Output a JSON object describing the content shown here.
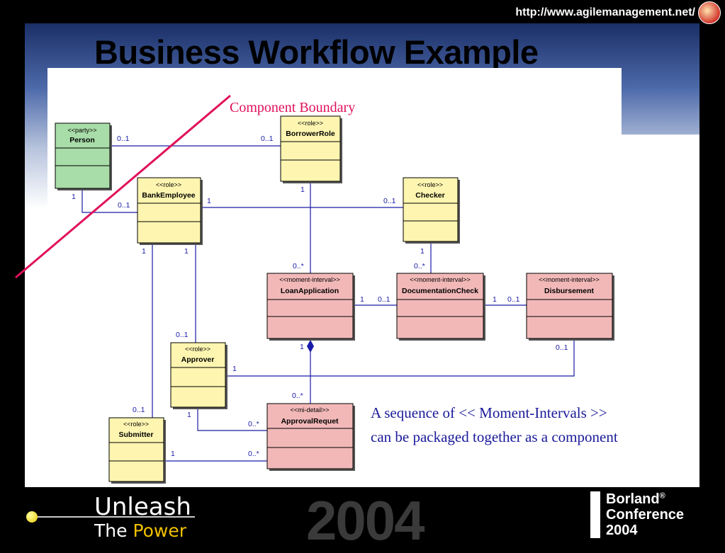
{
  "header": {
    "url": "http://www.agilemanagement.net/",
    "title": "Business Workflow Example"
  },
  "diagram": {
    "boundary_label": "Component Boundary",
    "classes": {
      "person": {
        "stereotype": "<<party>>",
        "name": "Person",
        "color": "#a8dca8"
      },
      "borrower": {
        "stereotype": "<<role>>",
        "name": "BorrowerRole",
        "color": "#fdf5b0"
      },
      "bankemp": {
        "stereotype": "<<role>>",
        "name": "BankEmployee",
        "color": "#fdf5b0"
      },
      "checker": {
        "stereotype": "<<role>>",
        "name": "Checker",
        "color": "#fdf5b0"
      },
      "loanapp": {
        "stereotype": "<<moment-interval>>",
        "name": "LoanApplication",
        "color": "#f2b8b8"
      },
      "doccheck": {
        "stereotype": "<<moment-interval>>",
        "name": "DocumentationCheck",
        "color": "#f2b8b8"
      },
      "disburse": {
        "stereotype": "<<moment-interval>>",
        "name": "Disbursement",
        "color": "#f2b8b8"
      },
      "approver": {
        "stereotype": "<<role>>",
        "name": "Approver",
        "color": "#fdf5b0"
      },
      "submitter": {
        "stereotype": "<<role>>",
        "name": "Submitter",
        "color": "#fdf5b0"
      },
      "approvalreq": {
        "stereotype": "<<mi-detail>>",
        "name": "ApprovalRequet",
        "color": "#f2b8b8"
      }
    },
    "multiplicities": {
      "m1": "0..1",
      "m2": "0..1",
      "m3": "1",
      "m4": "0..1",
      "m5": "1",
      "m6": "0..1",
      "m7": "1",
      "m8": "1",
      "m9": "1",
      "m10": "0..*",
      "m11": "1",
      "m12": "0..*",
      "m13": "1",
      "m14": "0..1",
      "m15": "1",
      "m16": "0..1",
      "m17": "1",
      "m18": "0..*",
      "m19": "0..1",
      "m20": "1",
      "m21": "0..1",
      "m22": "1",
      "m23": "0..*",
      "m24": "1",
      "m25": "0..*",
      "m26": "0..1"
    },
    "annotation_line1": "A sequence of << Moment-Intervals >>",
    "annotation_line2": "can be packaged together as a component",
    "colors": {
      "line": "#1a1aa8",
      "boundary": "#e0105a",
      "annotation": "#1a1a9a"
    }
  },
  "footer": {
    "unleash": "Unleash",
    "the": "The",
    "power": "Power",
    "year": "2004",
    "brand_line1": "Borland",
    "brand_mark": "®",
    "brand_line2": "Conference",
    "brand_line3": "2004"
  }
}
